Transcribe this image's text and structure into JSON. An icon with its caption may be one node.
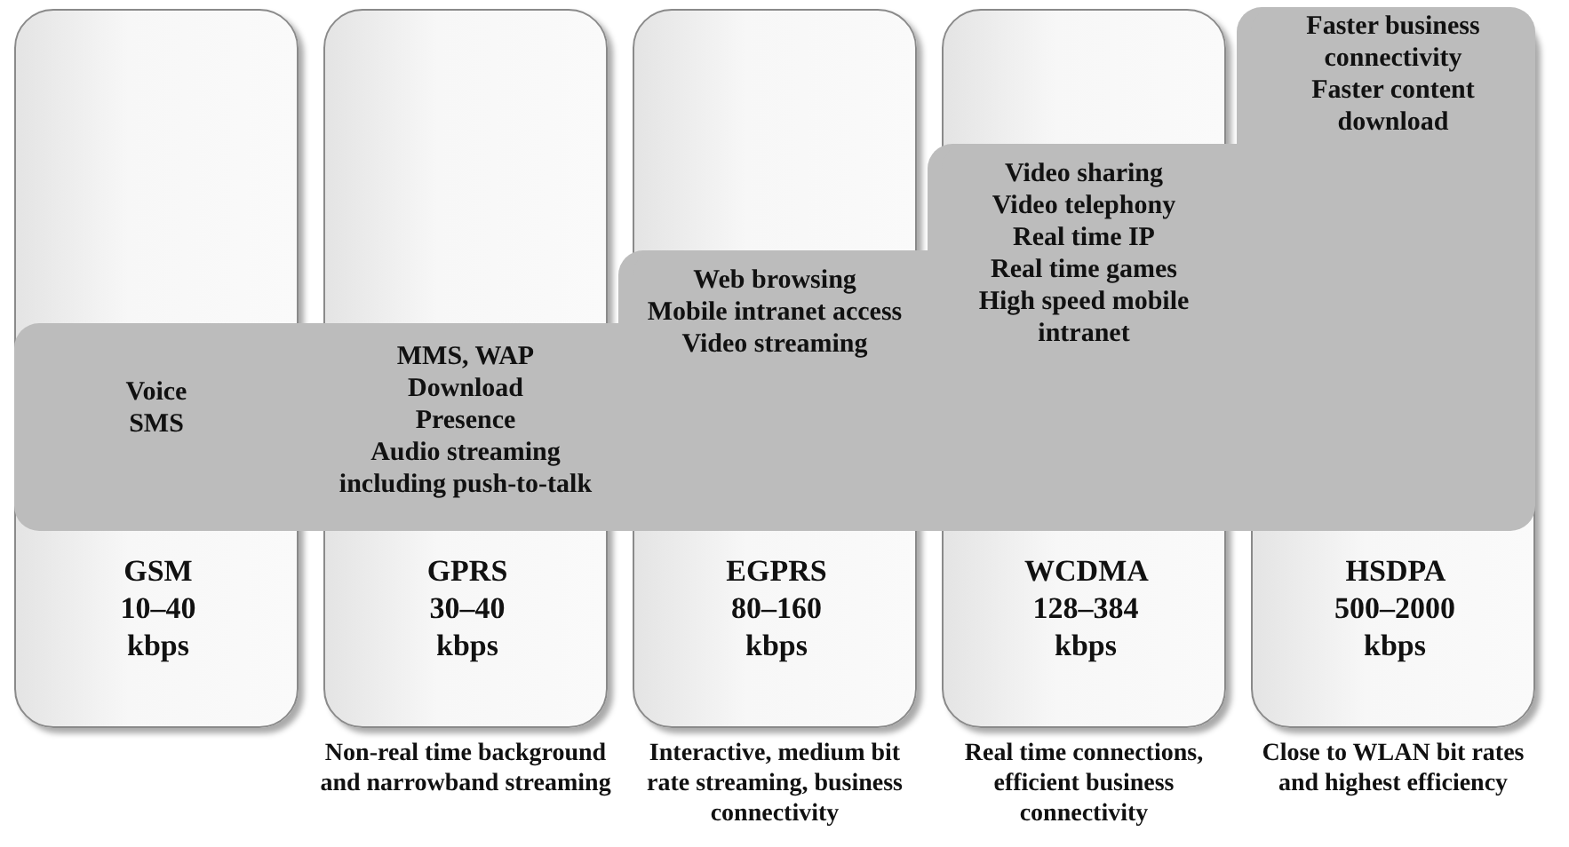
{
  "diagram": {
    "nodes": [
      {
        "text": [
          "GSM 10–40 kbps"
        ]
      },
      {
        "text": [
          "GPRS 30–40 kbps"
        ],
        "beside": [
          "Non-real time background and narrowband streaming"
        ]
      },
      {
        "text": [
          "EGPRS 80–160 kbps"
        ],
        "beside": [
          "Interactive, medium bit rate streaming, business connectivity"
        ]
      },
      {
        "text": [
          "WCDMA 128–384 kbps"
        ],
        "beside": [
          "Real time connections, efficient business connectivity"
        ]
      },
      {
        "text": [
          "HSDPA 500–2000 kbps"
        ],
        "beside": [
          "Close to WLAN bit rates and highest efficiency"
        ]
      },
      {
        "text": [
          "Voice",
          "SMS"
        ],
        "in": 0
      },
      {
        "text": [
          "MMS, WAP",
          "Download",
          "Presence",
          "Audio streaming including push-to-talk"
        ],
        "in": 1
      },
      {
        "text": [
          "Web browsing",
          "Mobile intranet access",
          "Video streaming"
        ],
        "in": 2
      },
      {
        "text": [
          "Video sharing",
          "Video telephony",
          "Real time IP",
          "Real time games",
          "High speed mobile intranet"
        ],
        "in": 3
      },
      {
        "text": [
          "Faster business connectivity",
          "Faster content download"
        ],
        "in": 4
      }
    ],
    "edges": []
  }
}
